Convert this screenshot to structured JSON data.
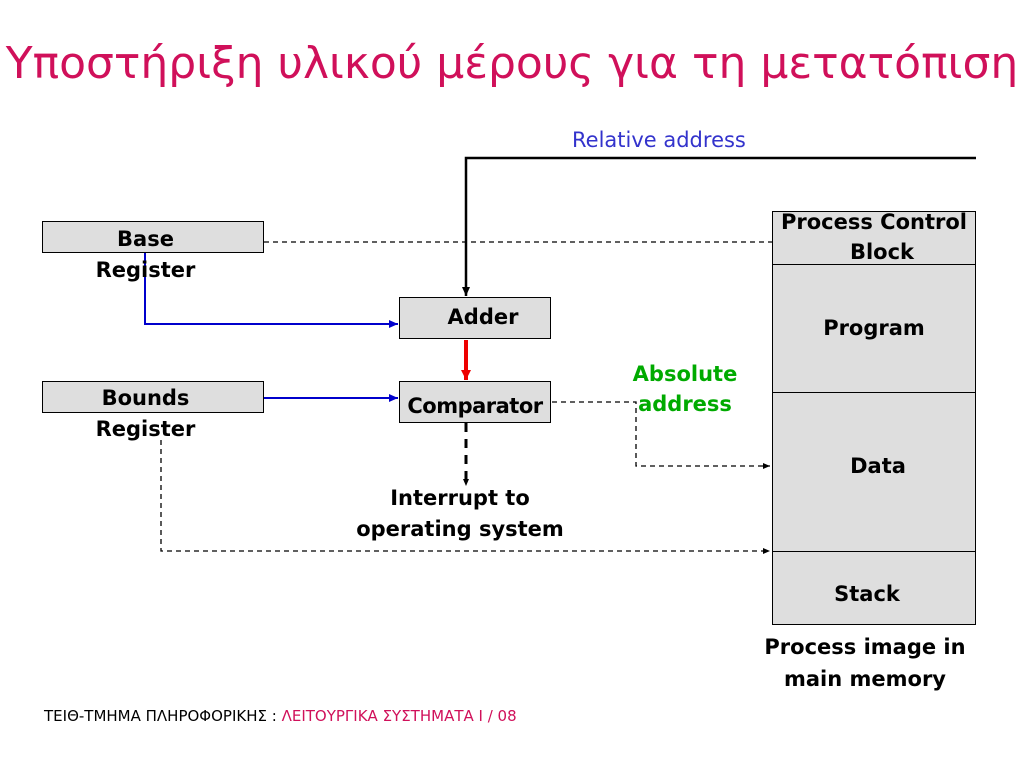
{
  "title": "Υποστήριξη υλικού μέρους για τη μετατόπιση",
  "diagram": {
    "relative_address": "Relative address",
    "base_register": "Base Register",
    "bounds_register": "Bounds Register",
    "adder": "Adder",
    "comparator": "Comparator",
    "absolute_address_line1": "Absolute",
    "absolute_address_line2": "address",
    "interrupt_line1": "Interrupt to",
    "interrupt_line2": "operating system",
    "memory": {
      "pcb_line1": "Process Control",
      "pcb_line2": "Block",
      "program": "Program",
      "data": "Data",
      "stack": "Stack",
      "caption_line1": "Process image in",
      "caption_line2": "main memory"
    }
  },
  "footer": {
    "dept": "ΤΕΙΘ-ΤΜΗΜΑ ΠΛΗΡΟΦΟΡΙΚΗΣ : ",
    "course": "ΛΕΙΤΟΥΡΓΙΚΑ ΣΥΣΤΗΜΑΤΑ Ι / 08"
  },
  "colors": {
    "title": "#d0105a",
    "relative_address": "#3333cc",
    "absolute_address": "#00aa00",
    "register_wire": "#0000cc",
    "adder_to_comparator": "#ee0000"
  }
}
